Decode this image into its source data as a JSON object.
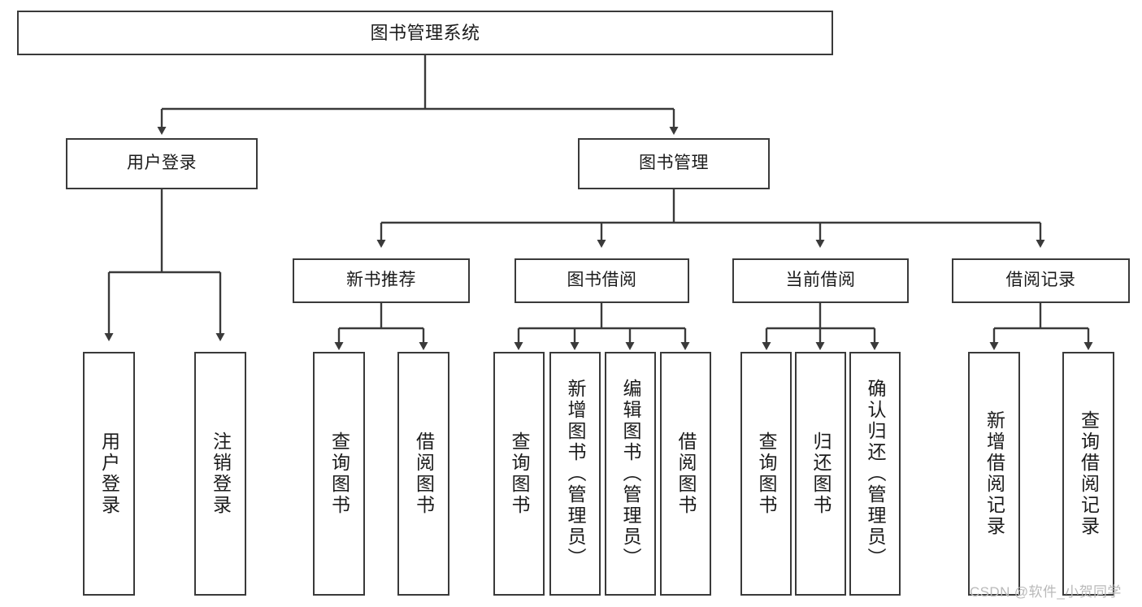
{
  "diagram": {
    "type": "tree-hierarchy-chart",
    "title": "图书管理系统",
    "root": {
      "id": "root",
      "label": "图书管理系统"
    },
    "level2": [
      {
        "id": "user-login",
        "label": "用户登录"
      },
      {
        "id": "book-management",
        "label": "图书管理"
      }
    ],
    "level3": [
      {
        "id": "new-book-recommend",
        "label": "新书推荐",
        "parent": "book-management"
      },
      {
        "id": "book-borrow",
        "label": "图书借阅",
        "parent": "book-management"
      },
      {
        "id": "current-borrow",
        "label": "当前借阅",
        "parent": "book-management"
      },
      {
        "id": "borrow-record",
        "label": "借阅记录",
        "parent": "book-management"
      }
    ],
    "leaves": {
      "user_login": [
        {
          "id": "leaf-user-login",
          "label": "用户登录"
        },
        {
          "id": "leaf-logout",
          "label": "注销登录"
        }
      ],
      "new_book_recommend": [
        {
          "id": "leaf-query-book-1",
          "label": "查询图书"
        },
        {
          "id": "leaf-borrow-book-1",
          "label": "借阅图书"
        }
      ],
      "book_borrow": [
        {
          "id": "leaf-query-book-2",
          "label": "查询图书"
        },
        {
          "id": "leaf-add-book",
          "label": "新增图书（管理员）"
        },
        {
          "id": "leaf-edit-book",
          "label": "编辑图书（管理员）"
        },
        {
          "id": "leaf-borrow-book-2",
          "label": "借阅图书"
        }
      ],
      "current_borrow": [
        {
          "id": "leaf-query-book-3",
          "label": "查询图书"
        },
        {
          "id": "leaf-return-book",
          "label": "归还图书"
        },
        {
          "id": "leaf-confirm-return",
          "label": "确认归还（管理员）"
        }
      ],
      "borrow_record": [
        {
          "id": "leaf-add-record",
          "label": "新增借阅记录"
        },
        {
          "id": "leaf-query-record",
          "label": "查询借阅记录"
        }
      ]
    },
    "colors": {
      "stroke": "#3a3a3a",
      "background": "#ffffff",
      "text": "#1b1b1b",
      "watermark": "#b9b9b9"
    }
  },
  "watermark": {
    "text": "CSDN @软件_小贺同学"
  }
}
